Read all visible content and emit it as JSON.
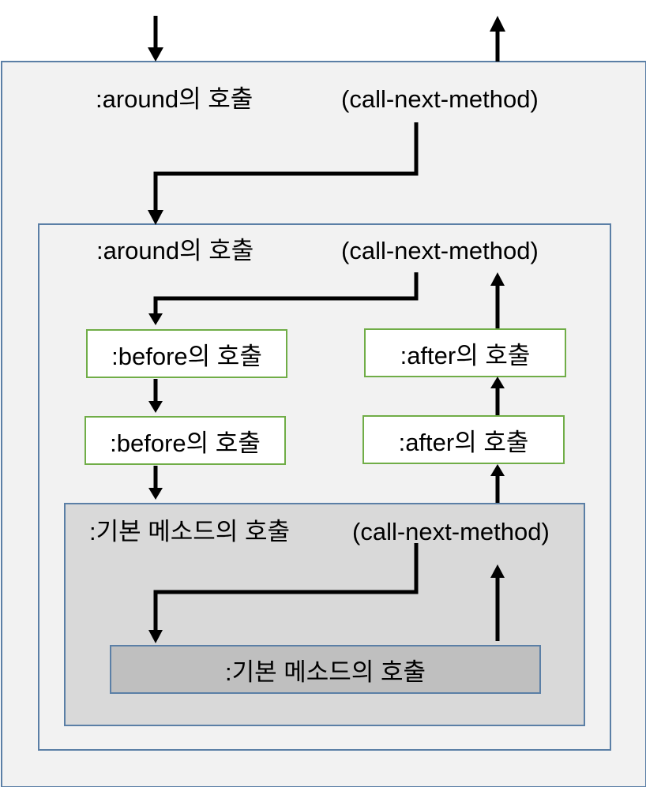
{
  "outer_level": {
    "around_call": ":around의 호출",
    "next_method": "(call-next-method)"
  },
  "inner_level": {
    "around_call": ":around의 호출",
    "next_method": "(call-next-method)"
  },
  "before_calls": [
    ":before의 호출",
    ":before의 호출"
  ],
  "after_calls": [
    ":after의 호출",
    ":after의 호출"
  ],
  "primary_level": {
    "primary_call": ":기본 메소드의 호출",
    "next_method": "(call-next-method)"
  },
  "innermost_primary": {
    "primary_call": ":기본 메소드의 호출"
  },
  "colors": {
    "frame_border": "#5b7fa6",
    "step_border": "#70ad47",
    "outer_fill": "#f2f2f2",
    "primary_fill": "#d9d9d9",
    "innermost_fill": "#bfbfbf",
    "arrow": "#000000"
  }
}
